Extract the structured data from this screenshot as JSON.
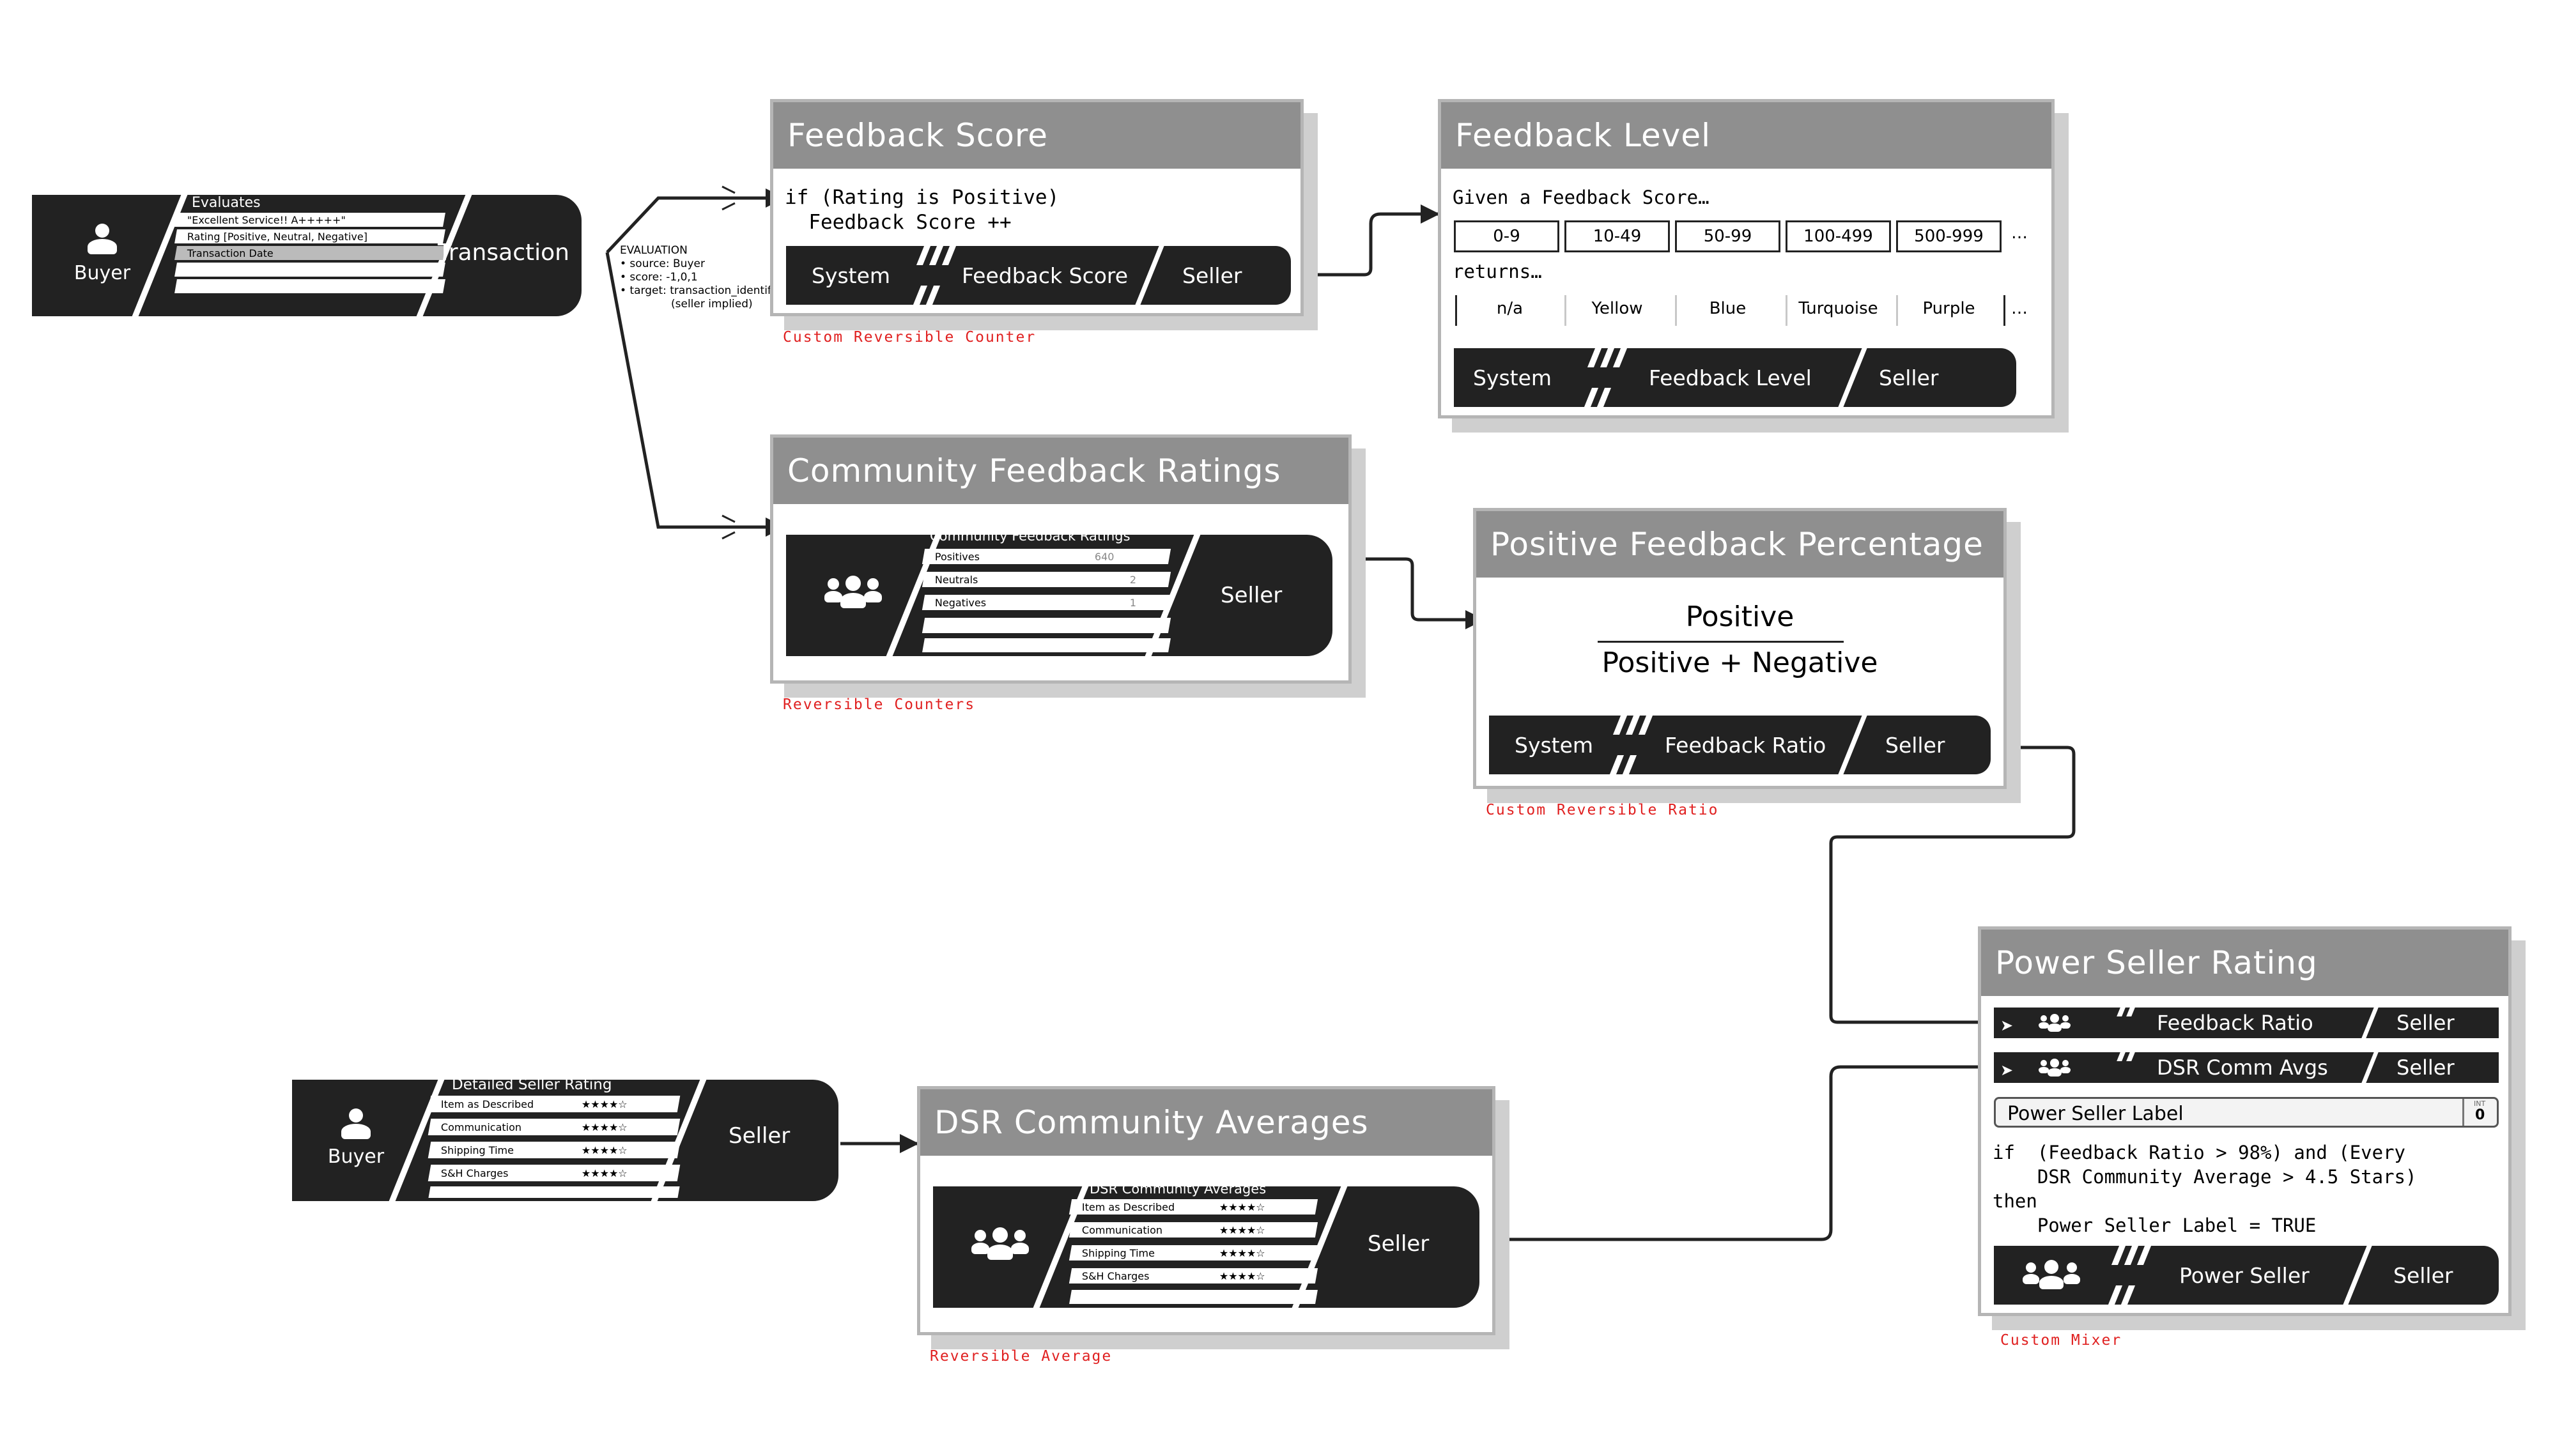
{
  "buyer_transaction": {
    "actor": "Buyer",
    "target": "Transaction",
    "card": {
      "title": "Evaluates",
      "rows": [
        "\"Excellent Service!! A+++++\"",
        "Rating  [Positive, Neutral, Negative]",
        "Transaction Date"
      ]
    }
  },
  "evaluation_note": {
    "title": "EVALUATION",
    "lines": [
      "• source: Buyer",
      "• score: -1,0,1",
      "• target: transaction_identifier",
      "(seller implied)"
    ]
  },
  "feedback_score": {
    "title": "Feedback Score",
    "code": [
      "if (Rating is Positive)",
      "  Feedback Score ++"
    ],
    "bar": {
      "left": "System",
      "middle": "Feedback Score",
      "right": "Seller"
    },
    "caption": "Custom Reversible Counter"
  },
  "feedback_level": {
    "title": "Feedback Level",
    "given": "Given a Feedback Score…",
    "ranges": [
      "0-9",
      "10-49",
      "50-99",
      "100-499",
      "500-999",
      "…"
    ],
    "returns": "returns…",
    "colors": [
      "n/a",
      "Yellow",
      "Blue",
      "Turquoise",
      "Purple",
      "…"
    ],
    "bar": {
      "left": "System",
      "middle": "Feedback Level",
      "right": "Seller"
    }
  },
  "community_feedback": {
    "title": "Community Feedback Ratings",
    "card": {
      "title": "Community Feedback Ratings",
      "rows": [
        {
          "label": "Positives",
          "value": "640"
        },
        {
          "label": "Neutrals",
          "value": "2"
        },
        {
          "label": "Negatives",
          "value": "1"
        }
      ]
    },
    "target": "Seller",
    "caption": "Reversible Counters"
  },
  "positive_percentage": {
    "title": "Positive Feedback Percentage",
    "numerator": "Positive",
    "denominator": "Positive + Negative",
    "bar": {
      "left": "System",
      "middle": "Feedback Ratio",
      "right": "Seller"
    },
    "caption": "Custom Reversible Ratio"
  },
  "buyer_seller": {
    "actor": "Buyer",
    "target": "Seller",
    "card": {
      "title": "Detailed Seller Rating",
      "rows": [
        {
          "label": "Item as Described",
          "stars": "★★★★☆"
        },
        {
          "label": "Communication",
          "stars": "★★★★☆"
        },
        {
          "label": "Shipping Time",
          "stars": "★★★★☆"
        },
        {
          "label": "S&H Charges",
          "stars": "★★★★☆"
        }
      ]
    }
  },
  "dsr_averages": {
    "title": "DSR Community Averages",
    "card": {
      "title": "DSR Community Averages",
      "rows": [
        {
          "label": "Item as Described",
          "stars": "★★★★☆"
        },
        {
          "label": "Communication",
          "stars": "★★★★☆"
        },
        {
          "label": "Shipping Time",
          "stars": "★★★★☆"
        },
        {
          "label": "S&H Charges",
          "stars": "★★★★☆"
        }
      ]
    },
    "target": "Seller",
    "caption": "Reversible Average"
  },
  "power_seller": {
    "title": "Power Seller Rating",
    "input1": {
      "middle": "Feedback Ratio",
      "right": "Seller"
    },
    "input2": {
      "middle": "DSR Comm Avgs",
      "right": "Seller"
    },
    "label_field": {
      "label": "Power Seller Label",
      "tag": "INT",
      "value": "0"
    },
    "code": [
      "if  (Feedback Ratio > 98%) and (Every",
      "    DSR Community Average > 4.5 Stars)",
      "then",
      "    Power Seller Label = TRUE"
    ],
    "bar": {
      "middle": "Power Seller",
      "right": "Seller"
    },
    "caption": "Custom Mixer"
  },
  "colors": {
    "panel_header": "#8f8f8f",
    "component": "#222222",
    "caption": "#e02020"
  }
}
